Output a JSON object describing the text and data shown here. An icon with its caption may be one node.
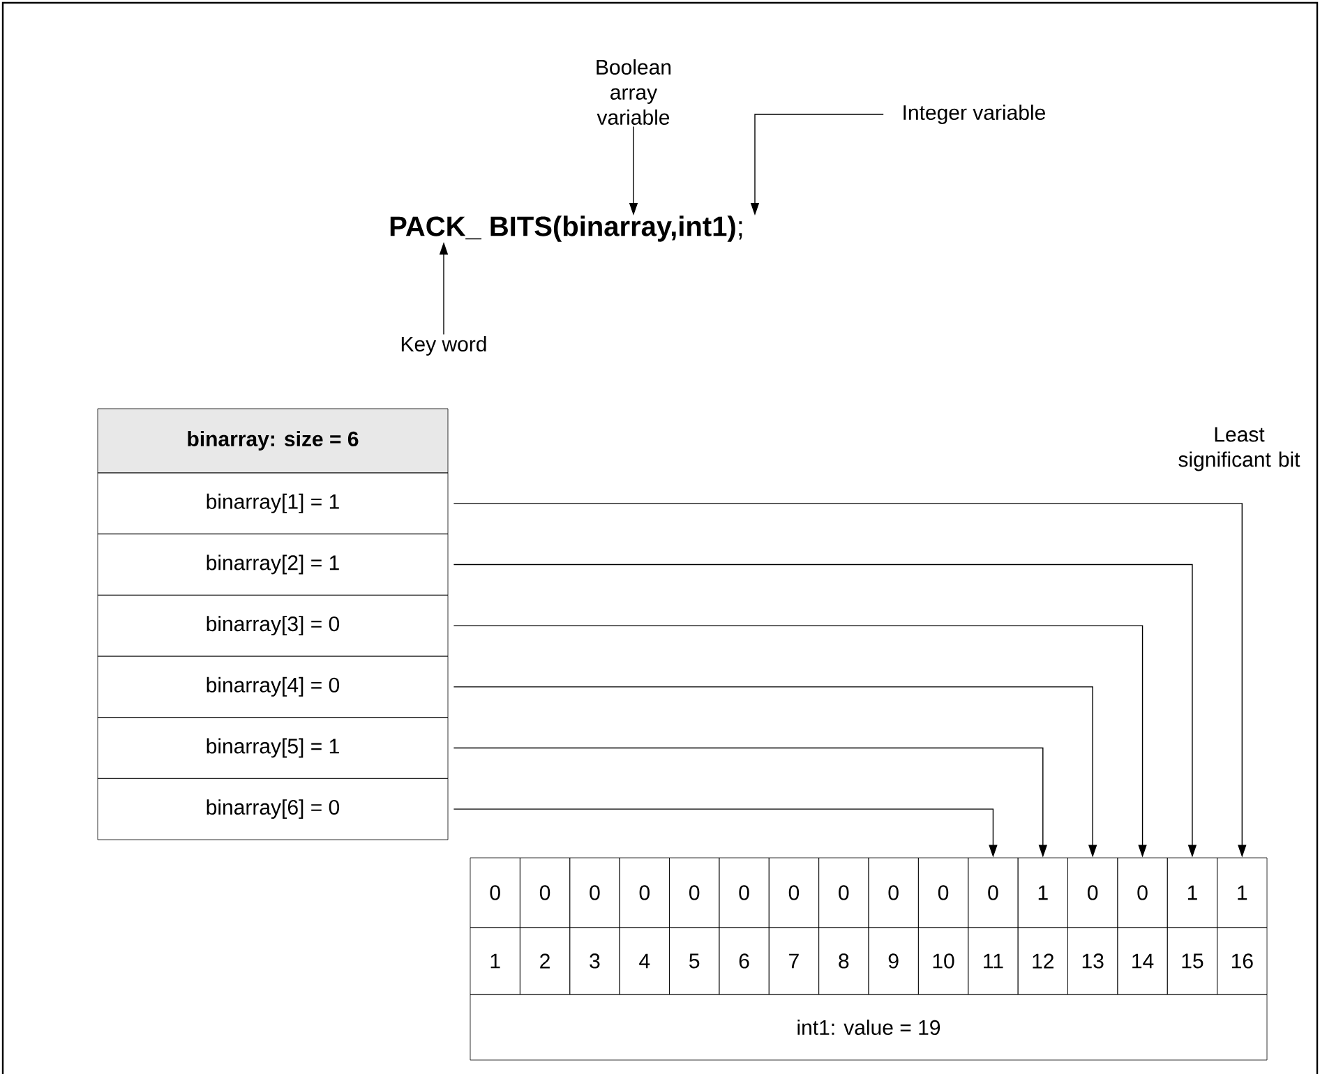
{
  "diagram": {
    "nodes": [
      {
        "text": [
          "Boolean array variable"
        ]
      },
      {
        "text": [
          "Integer variable"
        ]
      },
      {
        "text": [
          "**PACK_ BITS(binarray,int1)**;"
        ]
      },
      {
        "text": [
          "Key word"
        ]
      },
      {
        "text": [
          "binarray: size = 6"
        ]
      },
      {
        "text": [
          "binarray[1] = 1"
        ]
      },
      {
        "text": [
          "binarray[2] = 1"
        ]
      },
      {
        "text": [
          "binarray[3] = 0"
        ]
      },
      {
        "text": [
          "binarray[4] = 0"
        ]
      },
      {
        "text": [
          "binarray[5] = 1"
        ]
      },
      {
        "text": [
          "binarray[6] = 0"
        ]
      },
      {
        "text": [
          "0"
        ]
      },
      {
        "text": [
          "0"
        ]
      },
      {
        "text": [
          "0"
        ]
      },
      {
        "text": [
          "0"
        ]
      },
      {
        "text": [
          "0"
        ]
      },
      {
        "text": [
          "0"
        ]
      },
      {
        "text": [
          "0"
        ]
      },
      {
        "text": [
          "0"
        ]
      },
      {
        "text": [
          "0"
        ]
      },
      {
        "text": [
          "0"
        ]
      },
      {
        "text": [
          "0"
        ]
      },
      {
        "text": [
          "1"
        ]
      },
      {
        "text": [
          "0"
        ]
      },
      {
        "text": [
          "0"
        ]
      },
      {
        "text": [
          "1"
        ]
      },
      {
        "text": [
          "1"
        ]
      },
      {
        "text": [
          "1"
        ]
      },
      {
        "text": [
          "2"
        ]
      },
      {
        "text": [
          "3"
        ]
      },
      {
        "text": [
          "4"
        ]
      },
      {
        "text": [
          "5"
        ]
      },
      {
        "text": [
          "6"
        ]
      },
      {
        "text": [
          "7"
        ]
      },
      {
        "text": [
          "8"
        ]
      },
      {
        "text": [
          "9"
        ]
      },
      {
        "text": [
          "10"
        ]
      },
      {
        "text": [
          "11"
        ]
      },
      {
        "text": [
          "12"
        ]
      },
      {
        "text": [
          "13"
        ]
      },
      {
        "text": [
          "14"
        ]
      },
      {
        "text": [
          "15"
        ]
      },
      {
        "text": [
          "16"
        ]
      },
      {
        "text": [
          "int1: value = 19"
        ]
      }
    ],
    "edges": [
      {
        "from": 0,
        "to": 2,
        "arrow": "to"
      },
      {
        "from": 1,
        "to": 2,
        "arrow": "to"
      },
      {
        "from": 3,
        "to": 2,
        "arrow": "to"
      },
      {
        "from": 5,
        "to": 26,
        "arrow": "to"
      },
      {
        "from": 6,
        "to": 25,
        "arrow": "to"
      },
      {
        "from": 7,
        "to": 24,
        "arrow": "to"
      },
      {
        "from": 8,
        "to": 23,
        "arrow": "to"
      },
      {
        "from": 9,
        "to": 22,
        "arrow": "to"
      },
      {
        "from": 10,
        "to": 21,
        "arrow": "to"
      }
    ],
    "labels": [
      "Least significant bit"
    ]
  }
}
